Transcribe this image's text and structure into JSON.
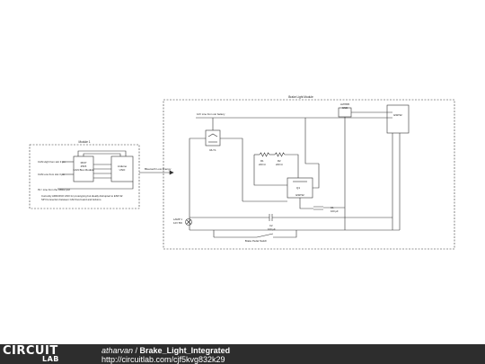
{
  "module1": {
    "title": "Module 1",
    "mcp_label": [
      "MCP",
      "2515",
      "CAN Bus Module"
    ],
    "arduino_label": [
      "Arduino",
      "UNO"
    ],
    "can_high": "CAN High from slot 3 pin",
    "can_low": "CAN Low from slot 3 pin",
    "gnd_line": "0V / Line from the OBD2 port",
    "note_line1": "Currently ARDUINO UNO for prototyping but ideally distrupted to ESP-32",
    "note_line2": "SPI Connection between CAN bus board and Arduino"
  },
  "bluetooth_label": "Bluetooth Low Energy",
  "brake_module": {
    "title": "Brake Light Module",
    "supply_12v": "12V Line from car battery",
    "relay_label": "RLY1",
    "r1_label": [
      "R1",
      "220 Ω"
    ],
    "r2_label": [
      "R2",
      "220 Ω"
    ],
    "q1_label": "Q1",
    "esp_label": "ESP32",
    "reg_label": [
      "LM7805",
      "GND"
    ],
    "esp32_box": "ESP32",
    "lamp_label": [
      "LAMP 1",
      "12V 5W"
    ],
    "c1_label": [
      "C1",
      "100 µF"
    ],
    "c2_label": [
      "C2",
      "100 µF"
    ],
    "brake_switch": "Brake Pedal Switch"
  },
  "footer": {
    "logo_top": "CIRCUIT",
    "logo_bottom": "LAB",
    "author": "atharvan",
    "separator": " / ",
    "title": "Brake_Light_Integrated",
    "url": "http://circuitlab.com/cjf5kvg832k29"
  }
}
